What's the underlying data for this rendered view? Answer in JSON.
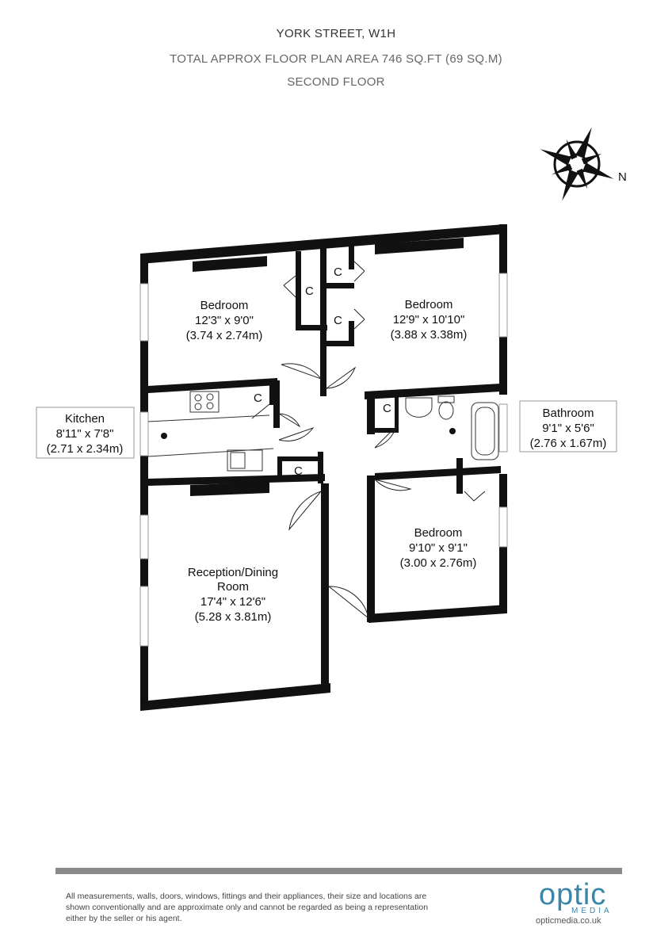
{
  "header": {
    "address": "YORK STREET, W1H",
    "area": "TOTAL APPROX FLOOR PLAN AREA  746 SQ.FT (69 SQ.M)",
    "floor": "SECOND FLOOR"
  },
  "compass": {
    "label": "N"
  },
  "rooms": {
    "bedroom1": {
      "name": "Bedroom",
      "imperial": "12'3\" x 9'0\"",
      "metric": "(3.74 x 2.74m)"
    },
    "bedroom2": {
      "name": "Bedroom",
      "imperial": "12'9\" x 10'10\"",
      "metric": "(3.88 x 3.38m)"
    },
    "kitchen": {
      "name": "Kitchen",
      "imperial": "8'11\" x 7'8\"",
      "metric": "(2.71 x 2.34m)"
    },
    "bathroom": {
      "name": "Bathroom",
      "imperial": "9'1\" x 5'6\"",
      "metric": "(2.76 x 1.67m)"
    },
    "bedroom3": {
      "name": "Bedroom",
      "imperial": "9'10\" x 9'1\"",
      "metric": "(3.00 x 2.76m)"
    },
    "reception": {
      "name_line1": "Reception/Dining",
      "name_line2": "Room",
      "imperial": "17'4\" x 12'6\"",
      "metric": "(5.28 x 3.81m)"
    }
  },
  "cupboards": {
    "label": "C"
  },
  "footer": {
    "disclaimer_line1": "All measurements, walls, doors, windows, fittings and their appliances, their size and locations are",
    "disclaimer_line2": "shown conventionally and are approximate only and cannot be regarded as being a representation",
    "disclaimer_line3": "either by the seller or his agent.",
    "logo_word": "optic",
    "logo_sub": "MEDIA",
    "url": "opticmedia.co.uk"
  },
  "colors": {
    "wall": "#111111",
    "brand": "#3a86a8",
    "footer_bar": "#8a8a8a"
  }
}
